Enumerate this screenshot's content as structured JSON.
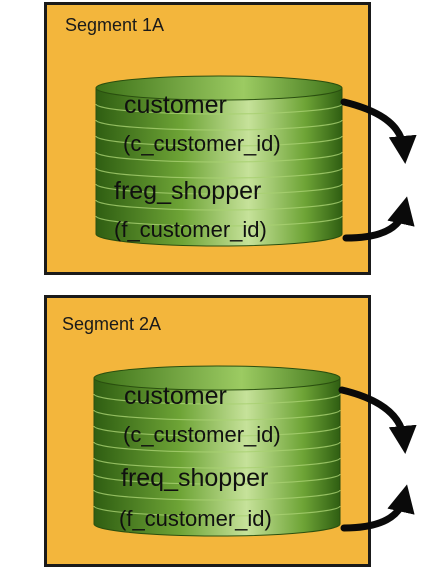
{
  "segments": [
    {
      "label": "Segment 1A",
      "tables": [
        {
          "name": "customer",
          "key": "(c_customer_id)"
        },
        {
          "name": "freg_shopper",
          "key": "(f_customer_id)"
        }
      ]
    },
    {
      "label": "Segment 2A",
      "tables": [
        {
          "name": "customer",
          "key": "(c_customer_id)"
        },
        {
          "name": "freq_shopper",
          "key": "(f_customer_id)"
        }
      ]
    }
  ],
  "colors": {
    "segment_fill": "#f3b63c",
    "segment_border": "#1a1a1a",
    "cylinder_green": "#4f8a1f",
    "cylinder_highlight": "#b9db86",
    "arrow": "#0a0a0a"
  },
  "icons": [
    "database-cylinder-icon",
    "curved-arrow-icon"
  ]
}
